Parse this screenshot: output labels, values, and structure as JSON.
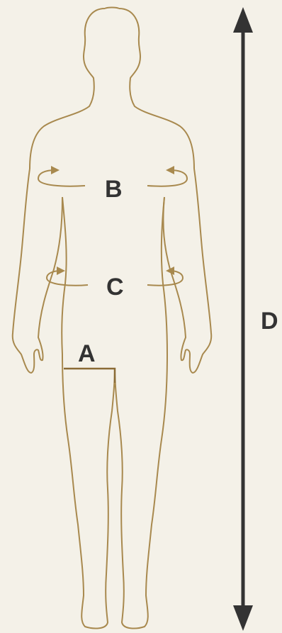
{
  "colors": {
    "background": "#f4f1e8",
    "outline": "#a8894e",
    "arrow": "#333333",
    "label_text": "#333333"
  },
  "labels": {
    "a": "A",
    "b": "B",
    "c": "C",
    "d": "D"
  }
}
